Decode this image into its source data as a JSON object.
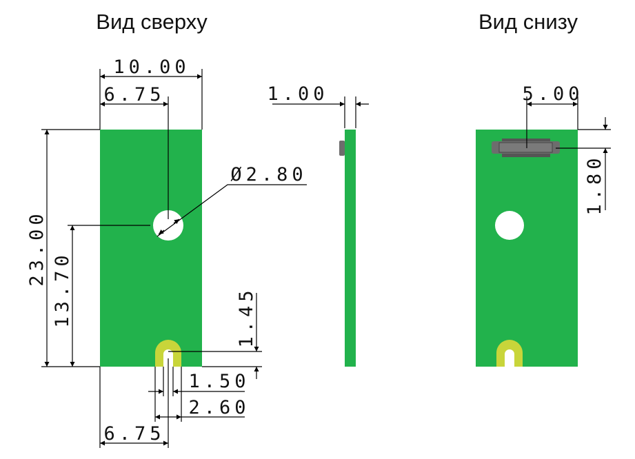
{
  "titles": {
    "top_view": "Вид сверху",
    "bottom_view": "Вид снизу"
  },
  "dimensions": {
    "width": "10.00",
    "hole_offset_top": "6.75",
    "hole_diameter": "Ø2.80",
    "height": "23.00",
    "hole_height": "13.70",
    "slot_depth": "1.45",
    "slot_inner": "1.50",
    "slot_outer": "2.60",
    "slot_offset": "6.75",
    "thickness": "1.00",
    "connector_offset": "5.00",
    "connector_edge": "1.80"
  },
  "colors": {
    "board": "#22b24c",
    "pad": "#c8d53a",
    "connector": "#6d6d6d"
  }
}
